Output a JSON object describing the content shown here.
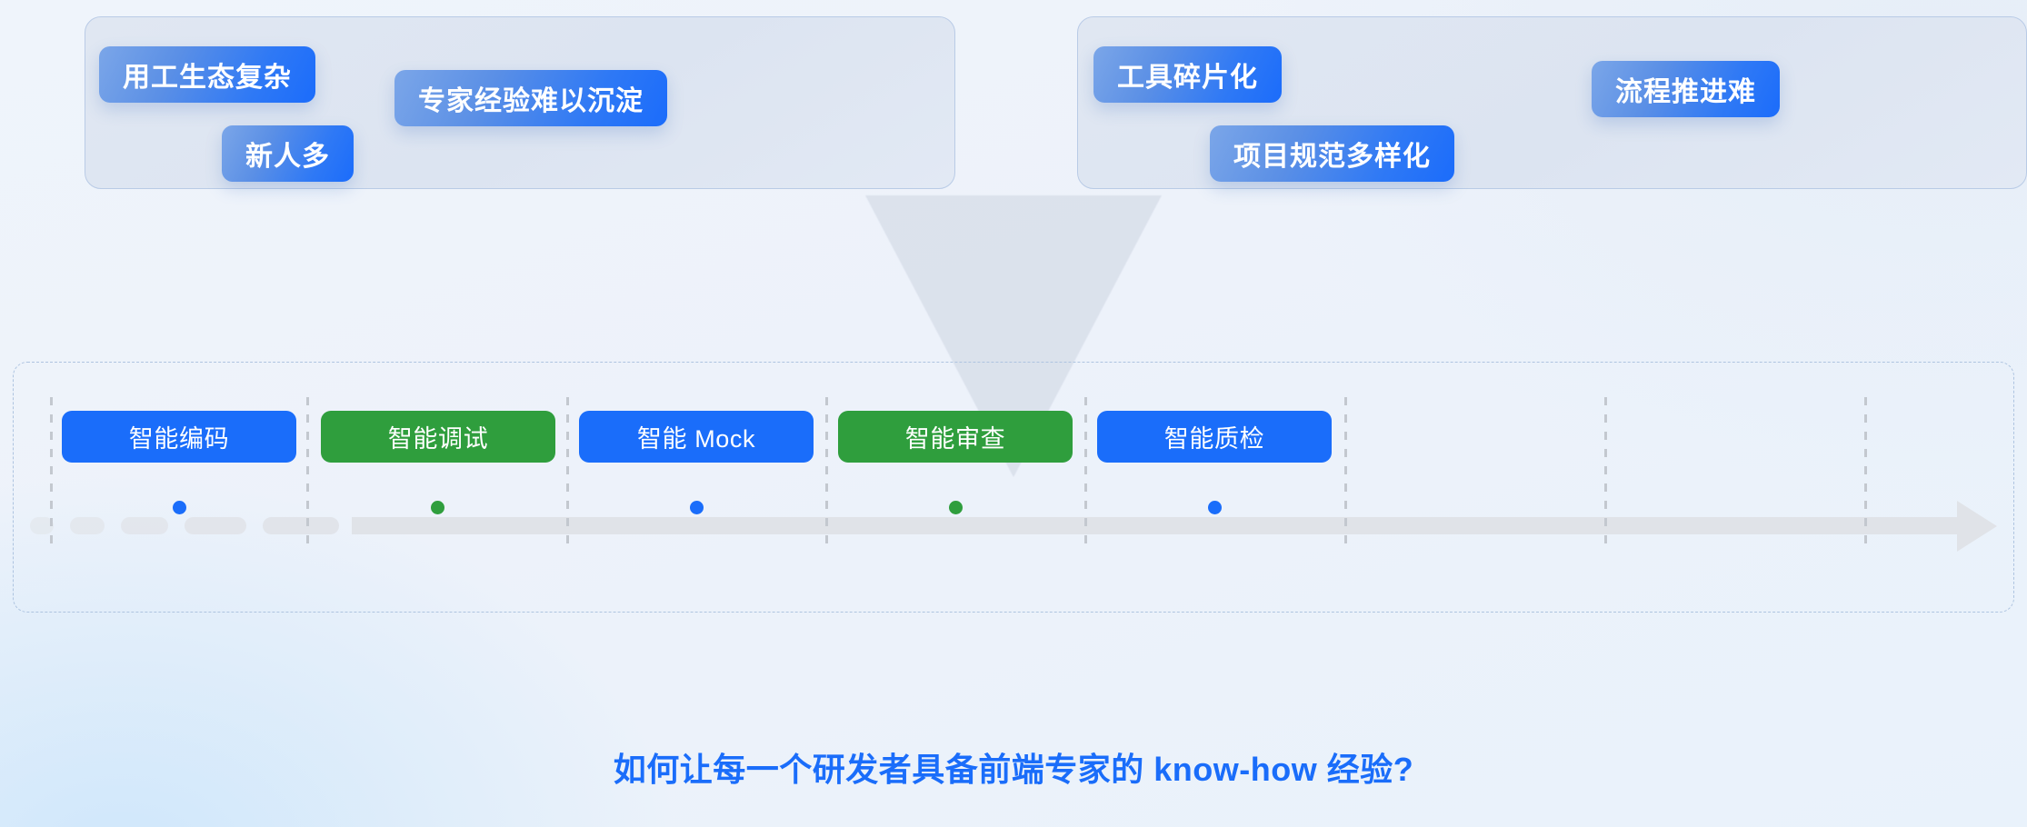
{
  "theme": {
    "accent_blue": "#1a6dfa",
    "accent_green": "#2f9e3d",
    "panel_fill": "#dce4f1",
    "panel_border": "#b9cbe6",
    "track_gray": "#e0e3e8",
    "headline_color": "#1a6dfa"
  },
  "problem_panels": [
    {
      "name": "talent-and-knowledge-problems",
      "tags": [
        {
          "label": "用工生态复杂"
        },
        {
          "label": "专家经验难以沉淀"
        },
        {
          "label": "新人多"
        }
      ]
    },
    {
      "name": "tooling-and-process-problems",
      "tags": [
        {
          "label": "工具碎片化"
        },
        {
          "label": "流程推进难"
        },
        {
          "label": "项目规范多样化"
        }
      ]
    }
  ],
  "timeline": {
    "stages": [
      {
        "label": "智能编码",
        "color": "blue"
      },
      {
        "label": "智能调试",
        "color": "green"
      },
      {
        "label": "智能 Mock",
        "color": "blue"
      },
      {
        "label": "智能审查",
        "color": "green"
      },
      {
        "label": "智能质检",
        "color": "blue"
      }
    ],
    "arrow_direction": "right"
  },
  "headline": {
    "text": "如何让每一个研发者具备前端专家的 know-how 经验?"
  }
}
